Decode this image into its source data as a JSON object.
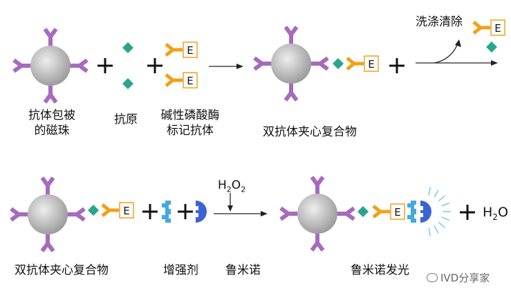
{
  "colors": {
    "antibody": "#a56bbf",
    "bead_light": "#eeeeee",
    "bead_dark": "#9a9a9a",
    "antigen": "#2aa58a",
    "enzyme_antibody": "#f0a11a",
    "enzyme_border": "#f0a11a",
    "enhancer": "#43a9e0",
    "luminol": "#3b63d6",
    "arrow": "#222222"
  },
  "labels": {
    "bead": [
      "抗体包被",
      "的磁珠"
    ],
    "antigen": "抗原",
    "alp_antibody": [
      "碱性磷酸酶",
      "标记抗体"
    ],
    "sandwich_top": "双抗体夹心复合物",
    "wash": "洗涤清除",
    "sandwich_bottom": "双抗体夹心复合物",
    "enhancer": "增强剂",
    "luminol": "鲁米诺",
    "glow": "鲁米诺发光",
    "enzyme_letter": "E",
    "plus": "+",
    "h2o2": {
      "main": "H",
      "sub": "2",
      "mid": "O",
      "sub2": "2"
    },
    "water": {
      "main": "H",
      "sub": "2",
      "end": "O"
    }
  },
  "watermark": "IVD分享家",
  "icons": [
    "magnetic-bead-icon",
    "antibody-icon",
    "antigen-icon",
    "enzyme-labeled-antibody-icon",
    "enhancer-icon",
    "luminol-icon",
    "light-burst-icon",
    "wechat-icon"
  ]
}
